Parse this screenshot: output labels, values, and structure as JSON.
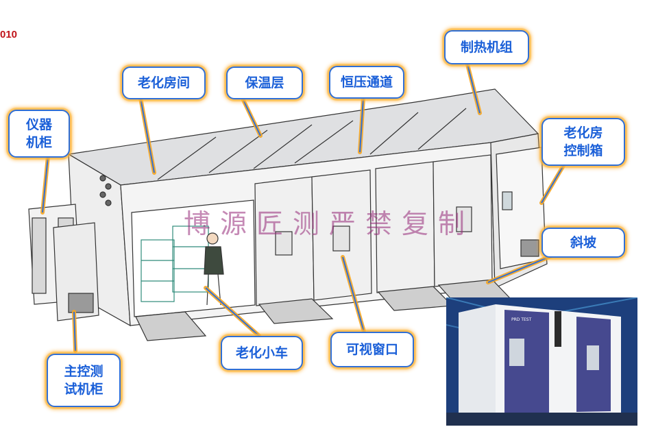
{
  "corner_text": "010",
  "labels": {
    "instrument_cabinet": "仪器\n机柜",
    "aging_room": "老化房间",
    "insulation_layer": "保温层",
    "pressure_channel": "恒压通道",
    "heating_unit": "制热机组",
    "control_box": "老化房\n控制箱",
    "ramp": "斜坡",
    "aging_cart": "老化小车",
    "viewing_window": "可视窗口",
    "main_test_cabinet": "主控测\n试机柜"
  },
  "watermark": "博源匠测严禁复制",
  "photo": {
    "panel_text": "PRD TEST"
  }
}
